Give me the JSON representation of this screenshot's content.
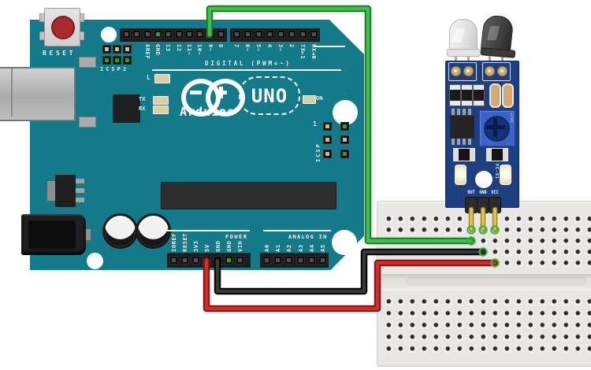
{
  "title": "Arduino UNO with IR sensor module on breadboard (Fritzing-style wiring diagram)",
  "arduino": {
    "board_color": "#127a88",
    "reset_label": "RESET",
    "icsp2_label": "ICSP2",
    "icsp_label": "ICSP",
    "icsp_pin1_label": "1",
    "digital_caption": "DIGITAL (PWM=~)",
    "power_caption": "POWER",
    "analog_caption": "ANALOG IN",
    "led_labels": {
      "l": "L",
      "tx": "TX",
      "rx": "RX",
      "on": "ON"
    },
    "logo": {
      "name": "Arduino",
      "tm": "™",
      "model": "UNO"
    },
    "digital_pins_left": [
      "",
      "",
      "AREF",
      "GND",
      "13",
      "12",
      "11~",
      "10~",
      "9~",
      "8"
    ],
    "digital_pins_right": [
      "7",
      "6~",
      "5~",
      "4",
      "3~",
      "2",
      "TX►1",
      "RX◄0"
    ],
    "power_pins": [
      "IOREF",
      "RESET",
      "3V3",
      "5V",
      "GND",
      "GND",
      "VIN"
    ],
    "analog_pins": [
      "A0",
      "A1",
      "A2",
      "A3",
      "A4",
      "A5"
    ]
  },
  "ir_module": {
    "board_color": "#1d3f7f",
    "model_label": "FC-51",
    "trimpot_marking": "3296",
    "pin_labels": [
      "OUT",
      "GND",
      "VCC"
    ],
    "emitter_led": "white-ir-emitter",
    "receiver_led": "black-ir-receiver"
  },
  "breadboard": {
    "columns": 18,
    "rows_per_block": 5,
    "body_color": "#e8e7e3",
    "highlight_color": "#3ab43a"
  },
  "wires": [
    {
      "name": "signal-wire",
      "color": "#3fc24d",
      "casing": "#1c7a24",
      "from": "Arduino digital pin 9",
      "to": "IR module OUT column"
    },
    {
      "name": "ground-wire",
      "color": "#383838",
      "casing": "#000000",
      "from": "Arduino GND",
      "to": "IR module GND column"
    },
    {
      "name": "power-wire",
      "color": "#d42a2a",
      "casing": "#7e1414",
      "from": "Arduino 5V",
      "to": "IR module VCC column"
    }
  ]
}
